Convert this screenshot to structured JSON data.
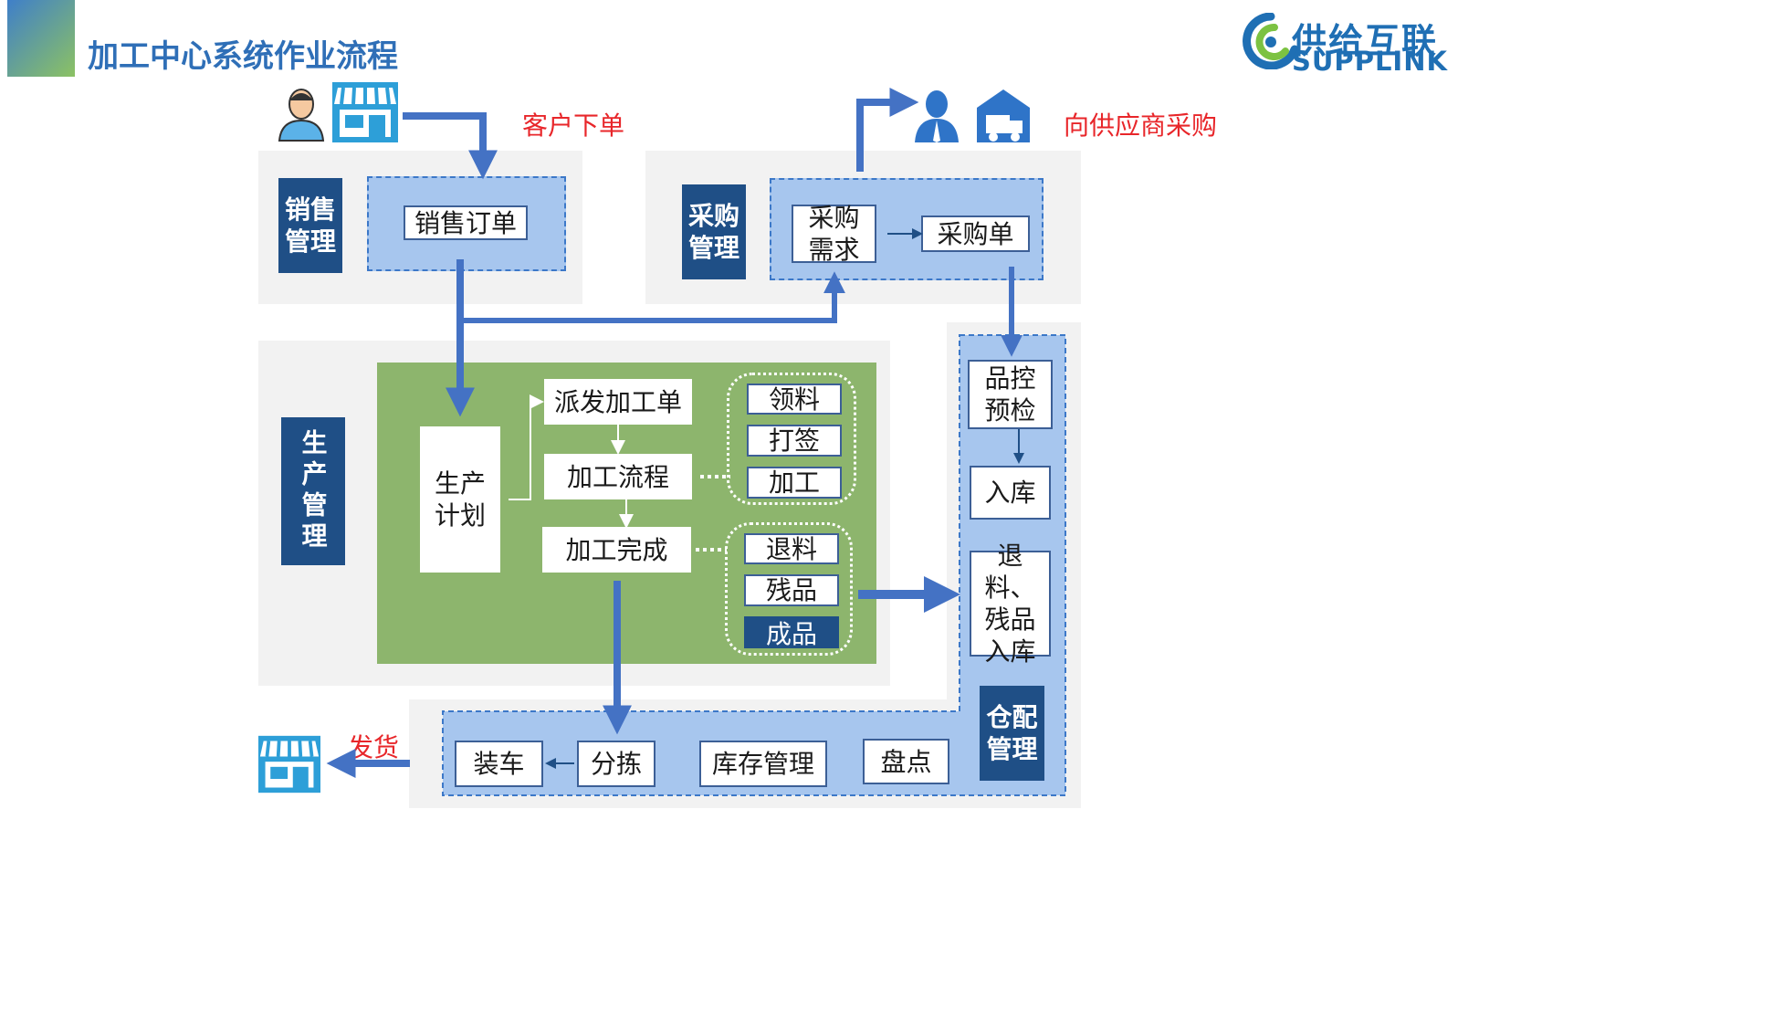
{
  "title": "加工中心系统作业流程",
  "logo": {
    "cn": "供给互联",
    "en": "SUPPLINK"
  },
  "notes": {
    "customer_order": "客户下单",
    "supplier_purchase": "向供应商采购",
    "ship": "发货"
  },
  "departments": {
    "sales": "销售管理",
    "purchase": "采购管理",
    "production": "生产管理",
    "warehouse": "仓配管理"
  },
  "sales": {
    "order": "销售订单"
  },
  "purchase": {
    "demand": "采购需求",
    "order": "采购单"
  },
  "production": {
    "plan": "生产计划",
    "dispatch": "派发加工单",
    "process": "加工流程",
    "complete": "加工完成",
    "process_items": [
      "领料",
      "打签",
      "加工"
    ],
    "complete_items": [
      "退料",
      "残品",
      "成品"
    ]
  },
  "warehouse": {
    "qc": "品控预检",
    "inbound": "入库",
    "return_inbound": "退料、残品入库",
    "loading": "装车",
    "sorting": "分拣",
    "inventory": "库存管理",
    "stocktake": "盘点"
  },
  "colors": {
    "accent": "#2f6fb7",
    "dept": "#1f4f86",
    "zone": "#a7c6ee",
    "green": "#8db56d",
    "red": "#e8262a",
    "arrow": "#4472c4"
  }
}
